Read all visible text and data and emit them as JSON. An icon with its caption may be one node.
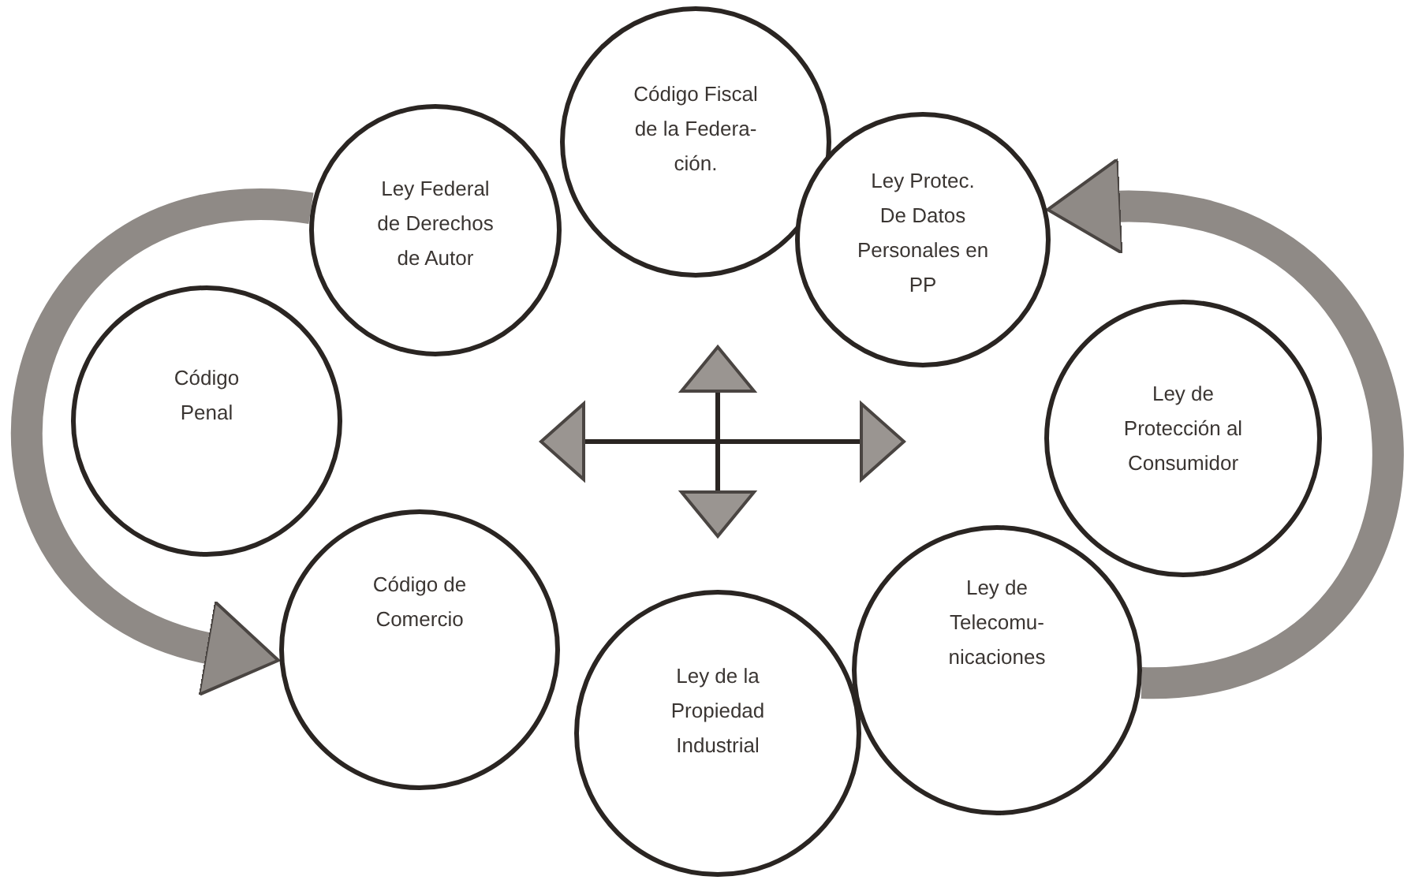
{
  "diagram": {
    "nodes": [
      {
        "text": [
          "Ley Federal de Derechos de Autor"
        ]
      },
      {
        "text": [
          "Código Fiscal de la Federa- ción."
        ]
      },
      {
        "text": [
          "Ley Protec. De Datos Personales en PP"
        ]
      },
      {
        "text": [
          "Código Penal"
        ]
      },
      {
        "text": [
          "Ley de Protección al Consumidor"
        ]
      },
      {
        "text": [
          "Código de Comercio"
        ]
      },
      {
        "text": [
          "Ley de la Propiedad Industrial"
        ]
      },
      {
        "text": [
          "Ley de Telecomu- nicaciones"
        ]
      }
    ],
    "edges": [
      {
        "from": 0,
        "to": 5,
        "arrow": "to"
      },
      {
        "from": 7,
        "to": 2,
        "arrow": "to"
      }
    ]
  }
}
